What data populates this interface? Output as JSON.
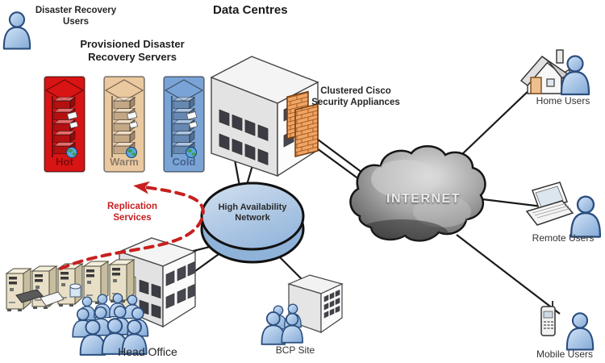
{
  "diagram": {
    "title": "Data Centres",
    "groups": {
      "disaster_recovery_users": {
        "label": "Disaster Recovery Users",
        "icon": "person-icon"
      },
      "provisioned_dr_servers": {
        "label": "Provisioned Disaster Recovery Servers",
        "racks": [
          {
            "label": "Hot",
            "color": "#d81414",
            "label_color": "#7e0b0b"
          },
          {
            "label": "Warm",
            "color": "#eac9a0",
            "label_color": "#8a7c6c"
          },
          {
            "label": "Cold",
            "color": "#7aa4d6",
            "label_color": "#46628f"
          }
        ]
      },
      "security_appliances": {
        "label": "Clustered Cisco Security Appliances",
        "icon": "firewall-icon"
      },
      "internet": {
        "label": "INTERNET",
        "icon": "cloud-icon"
      },
      "ha_network": {
        "label": "High Availability Network",
        "icon": "network-disc-icon"
      },
      "replication": {
        "label": "Replication Services"
      },
      "head_office": {
        "label": "Head Office",
        "icon": "building-icon"
      },
      "bcp_site": {
        "label": "BCP Site",
        "icon": "building-icon"
      },
      "home_users": {
        "label": "Home Users",
        "icon": "house-icon"
      },
      "remote_users": {
        "label": "Remote Users",
        "icon": "laptop-icon"
      },
      "mobile_users": {
        "label": "Mobile Users",
        "icon": "phone-icon"
      }
    },
    "colors": {
      "line": "#1a1a1a",
      "person_fill": "#a9c6e8",
      "person_stroke": "#2b4e7e",
      "firewall_orange": "#f0a465",
      "replication_red": "#c81f1f",
      "ha_disc_blue": "#aac6e4",
      "cloud_gray": "#6e6e6e"
    }
  }
}
